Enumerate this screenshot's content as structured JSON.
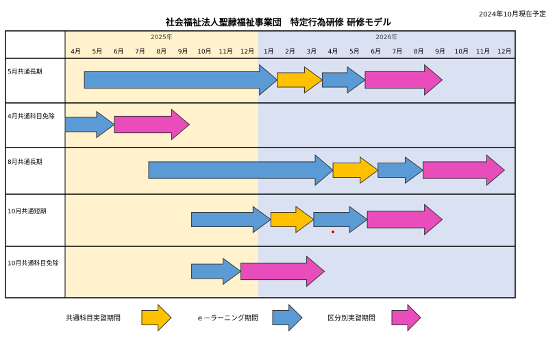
{
  "header": {
    "title": "社会福祉法人聖隷福祉事業団　特定行為研修 研修モデル",
    "status_note": "2024年10月現在予定"
  },
  "colors": {
    "common": "#ffc000",
    "elearning": "#5b9bd5",
    "practice": "#e84dbb",
    "bg2025": "#fff2cc",
    "bg2026": "#dae1f3",
    "stroke": "#333333"
  },
  "years": [
    {
      "label": "2025年",
      "start": 0,
      "end": 9
    },
    {
      "label": "2026年",
      "start": 9,
      "end": 21
    }
  ],
  "months": [
    "4月",
    "5月",
    "6月",
    "7月",
    "8月",
    "9月",
    "10月",
    "11月",
    "12月",
    "1月",
    "2月",
    "3月",
    "4月",
    "5月",
    "6月",
    "7月",
    "8月",
    "9月",
    "10月",
    "11月",
    "12月"
  ],
  "rows": [
    {
      "label": "5月共通長期",
      "arrows": [
        {
          "type": "elearning",
          "start": 0.9,
          "end": 9.9
        },
        {
          "type": "common",
          "start": 9.9,
          "end": 12.0
        },
        {
          "type": "elearning",
          "start": 12.0,
          "end": 14.0
        },
        {
          "type": "practice",
          "start": 14.0,
          "end": 17.6
        }
      ]
    },
    {
      "label": "4月共通科目免除",
      "arrows": [
        {
          "type": "elearning",
          "start": 0.0,
          "end": 2.3
        },
        {
          "type": "practice",
          "start": 2.3,
          "end": 5.8
        }
      ]
    },
    {
      "label": "8月共通長期",
      "arrows": [
        {
          "type": "elearning",
          "start": 3.9,
          "end": 12.5
        },
        {
          "type": "common",
          "start": 12.5,
          "end": 14.6
        },
        {
          "type": "elearning",
          "start": 14.6,
          "end": 16.7
        },
        {
          "type": "practice",
          "start": 16.7,
          "end": 20.5
        }
      ]
    },
    {
      "label": "10月共通短期",
      "arrows": [
        {
          "type": "elearning",
          "start": 5.9,
          "end": 9.6
        },
        {
          "type": "common",
          "start": 9.6,
          "end": 11.6
        },
        {
          "type": "elearning",
          "start": 11.6,
          "end": 14.1
        },
        {
          "type": "practice",
          "start": 14.1,
          "end": 17.6
        }
      ]
    },
    {
      "label": "10月共通科目免除",
      "arrows": [
        {
          "type": "elearning",
          "start": 5.9,
          "end": 8.2
        },
        {
          "type": "practice",
          "start": 8.2,
          "end": 12.1
        }
      ]
    }
  ],
  "legend": [
    {
      "type": "common",
      "label": "共通科目実習期間"
    },
    {
      "type": "elearning",
      "label": "ｅ－ラーニング期間"
    },
    {
      "type": "practice",
      "label": "区分別実習期間"
    }
  ]
}
